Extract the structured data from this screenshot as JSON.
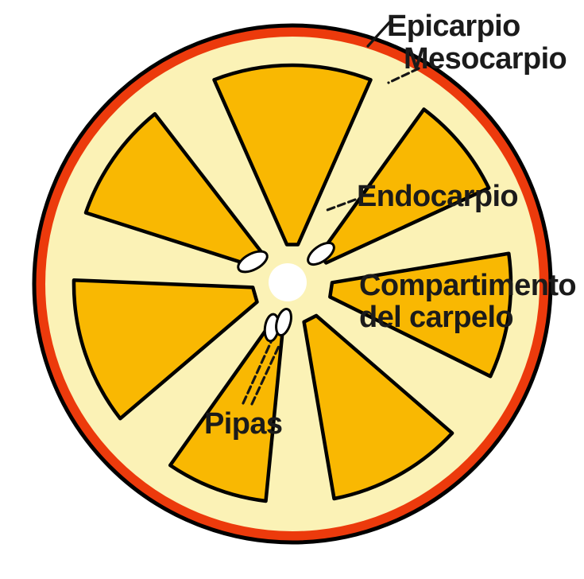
{
  "diagram": {
    "labels": {
      "epicarpio": "Epicarpio",
      "mesocarpio": "Mesocarpio",
      "endocarpio": "Endocarpio",
      "carpelo_line1": "Compartimento",
      "carpelo_line2": "del carpelo",
      "pipas": "Pipas"
    }
  },
  "colors": {
    "background": "#ffffff",
    "outline": "#000000",
    "rind_red": "#ec3a0c",
    "pith_cream": "#fbf2b6",
    "segment_orange": "#f9b802",
    "seed_white": "#ffffff",
    "center_white": "#ffffff",
    "label_text": "#1b1b1b"
  }
}
